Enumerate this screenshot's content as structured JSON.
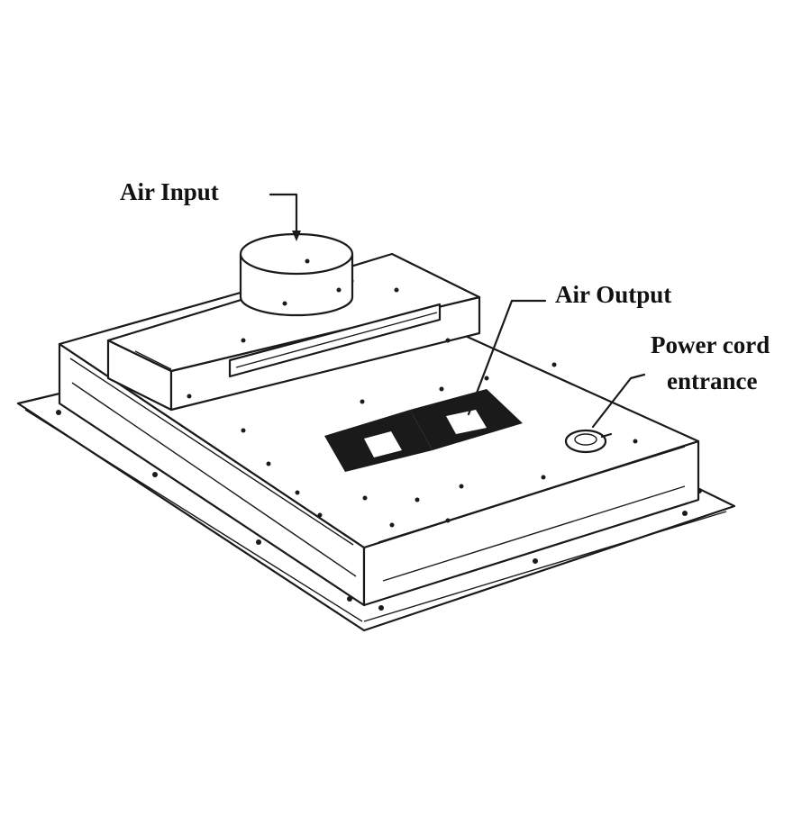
{
  "labels": {
    "air_input": "Air Input",
    "air_output": "Air Output",
    "power_cord_line1": "Power cord",
    "power_cord_line2": "entrance"
  },
  "colors": {
    "line": "#1a1a1a",
    "background": "#ffffff",
    "grille": "#1a1a1a"
  }
}
